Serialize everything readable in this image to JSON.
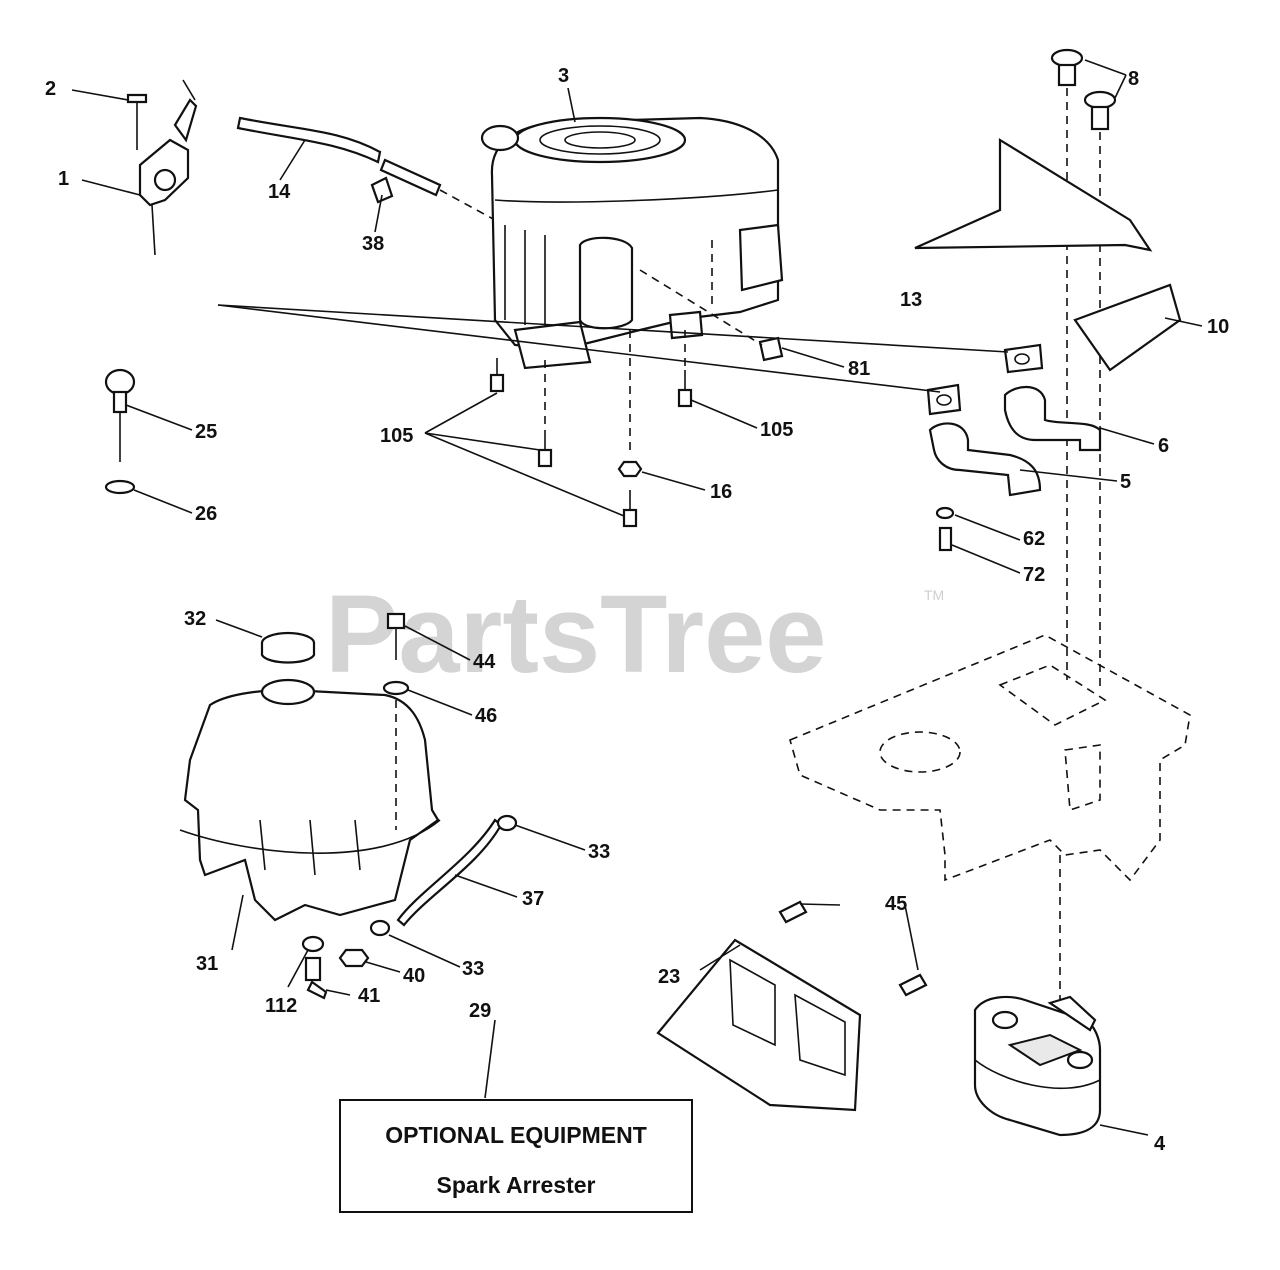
{
  "watermark": {
    "text": "PartsTree",
    "tm": "TM"
  },
  "labels": {
    "l1": "1",
    "l2": "2",
    "l3": "3",
    "l4": "4",
    "l5": "5",
    "l6": "6",
    "l8": "8",
    "l10": "10",
    "l13": "13",
    "l14": "14",
    "l16": "16",
    "l23": "23",
    "l25": "25",
    "l26": "26",
    "l29": "29",
    "l31": "31",
    "l32": "32",
    "l33a": "33",
    "l33b": "33",
    "l37": "37",
    "l38": "38",
    "l40": "40",
    "l41": "41",
    "l44": "44",
    "l45": "45",
    "l46": "46",
    "l62": "62",
    "l72": "72",
    "l81": "81",
    "l105a": "105",
    "l105b": "105",
    "l112": "112"
  },
  "optional_box": {
    "title": "OPTIONAL EQUIPMENT",
    "subtitle": "Spark Arrester"
  }
}
